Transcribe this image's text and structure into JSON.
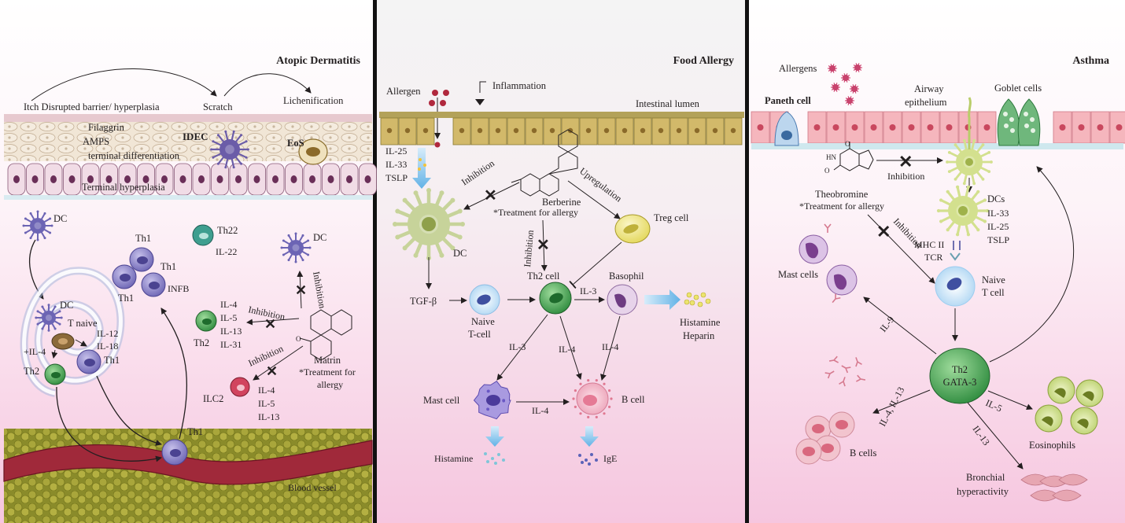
{
  "panels": {
    "atopic": {
      "title": "Atopic Dermatitis",
      "itch_label": "Itch Disrupted barrier/ hyperplasia",
      "scratch": "Scratch",
      "lichenification": "Lichenification",
      "skin_labels": [
        "Filaggrin",
        "AMPS",
        "terminal differentiation",
        "Terminal hyperplasia"
      ],
      "idec": "IDEC",
      "eos": "EoS",
      "dc_top": "DC",
      "dc_mid": "DC",
      "dc_right": "DC",
      "th1_labels": [
        "Th1",
        "Th1",
        "Th1"
      ],
      "infb": "INFB",
      "th22": "Th22",
      "il22": "IL-22",
      "t_naive": "T naive",
      "il12_18": [
        "IL-12",
        "IL-18"
      ],
      "il4_plus": "+IL-4",
      "th2_left": "Th2",
      "th1_center": "Th1",
      "th1_vessel": "Th1",
      "th2_right": "Th2",
      "th2_cytokines": [
        "IL-4",
        "IL-5",
        "IL-13",
        "IL-31"
      ],
      "ilc2": "ILC2",
      "ilc2_cytokines": [
        "IL-4",
        "IL-5",
        "IL-13"
      ],
      "inhibition": "Inhibition",
      "matrin": "Matrin",
      "matrin_note": [
        "*Treatment for",
        "allergy"
      ],
      "blood_vessel": "Blood vessel"
    },
    "food": {
      "title": "Food Allergy",
      "allergen": "Allergen",
      "inflammation": "Inflammation",
      "intestinal_lumen": "Intestinal lumen",
      "cytokines": [
        "IL-25",
        "IL-33",
        "TSLP"
      ],
      "inhibition": "Inhibition",
      "berberine": "Berberine",
      "berberine_note": "*Treatment for allergy",
      "upregulation": "Upregulation",
      "treg": "Treg cell",
      "dc": "DC",
      "tgfb": "TGF-β",
      "naive": [
        "Naive",
        "T-cell"
      ],
      "th2": "Th2 cell",
      "basophil": "Basophil",
      "il3_a": "IL-3",
      "il3_b": "IL-3",
      "il4_a": "IL-4",
      "il4_b": "IL-4",
      "il4_c": "IL-4",
      "histamine_heparin": [
        "Histamine",
        "Heparin"
      ],
      "mast": "Mast cell",
      "bcell": "B cell",
      "histamine": "Histamine",
      "ige": "IgE"
    },
    "asthma": {
      "title": "Asthma",
      "allergens": "Allergens",
      "paneth": "Paneth cell",
      "airway": [
        "Airway",
        "epithelium"
      ],
      "goblet": "Goblet cells",
      "inhibition_a": "Inhibition",
      "inhibition_b": "Inhibition",
      "theobromine": "Theobromine",
      "theobromine_note": "*Treatment for allergy",
      "dcs": "DCs",
      "dc_cytokines": [
        "IL-33",
        "IL-25",
        "TSLP"
      ],
      "mast": "Mast cells",
      "mhc": "MHC II",
      "tcr": "TCR",
      "naive": [
        "Naive",
        "T cell"
      ],
      "il9": "IL-9",
      "th2": [
        "Th2",
        "GATA-3"
      ],
      "il4_13": "IL-4, IL-13",
      "il5": "IL-5",
      "il13": "IL-13",
      "bcells": "B cells",
      "eosinophils": "Eosinophils",
      "bronchial": [
        "Bronchial",
        "hyperactivity"
      ]
    }
  }
}
